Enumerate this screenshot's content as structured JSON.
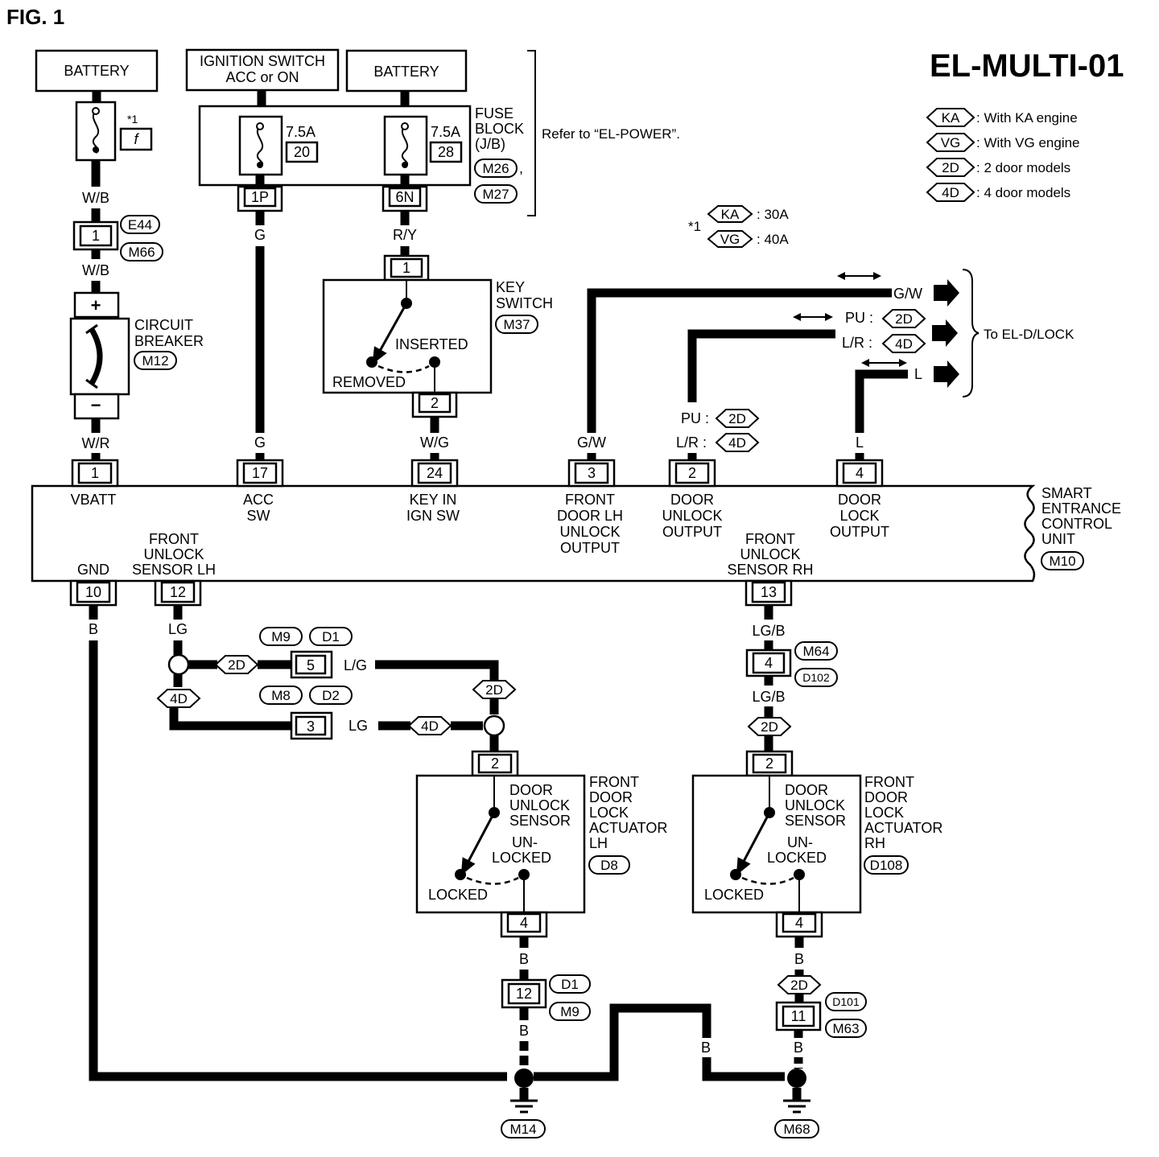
{
  "figure_label": "FIG. 1",
  "page_code": "EL-MULTI-01",
  "legend": [
    {
      "code": "KA",
      "text": ": With KA engine"
    },
    {
      "code": "VG",
      "text": ": With VG engine"
    },
    {
      "code": "2D",
      "text": ": 2 door models"
    },
    {
      "code": "4D",
      "text": ": 4 door models"
    }
  ],
  "note": {
    "mark": "*1",
    "items": [
      {
        "code": "KA",
        "text": ": 30A"
      },
      {
        "code": "VG",
        "text": ": 40A"
      }
    ],
    "fuse_mark": "*1",
    "fuse_no": "f"
  },
  "sources": {
    "battery_left": "BATTERY",
    "ignition_line1": "IGNITION SWITCH",
    "ignition_line2": "ACC or ON",
    "battery_right": "BATTERY"
  },
  "fuse_block": {
    "fuse1_rating": "7.5A",
    "fuse1_no": "20",
    "fuse2_rating": "7.5A",
    "fuse2_no": "28",
    "label1": "FUSE",
    "label2": "BLOCK",
    "label3": "(J/B)",
    "conn1": "M26",
    "comma": ",",
    "conn2": "M27",
    "pin1": "1P",
    "pin2": "6N",
    "refer": "Refer to “EL-POWER”."
  },
  "wires": {
    "wb": "W/B",
    "wr": "W/R",
    "g": "G",
    "ry": "R/Y",
    "wg": "W/G",
    "gw": "G/W",
    "pu": "PU :",
    "lr": "L/R :",
    "l": "L",
    "b": "B",
    "lg": "LG",
    "lgs": "L/G",
    "lgb": "LG/B"
  },
  "connectors": {
    "e44": "E44",
    "m66": "M66",
    "pin1": "1",
    "m9": "M9",
    "d1": "D1",
    "m8": "M8",
    "d2": "D2",
    "pin5": "5",
    "pin3": "3",
    "m64": "M64",
    "d102": "D102",
    "pin4": "4",
    "d1b": "D1",
    "m9b": "M9",
    "pin12": "12",
    "d101": "D101",
    "m63": "M63",
    "pin11": "11"
  },
  "breaker": {
    "label1": "CIRCUIT",
    "label2": "BREAKER",
    "conn": "M12",
    "plus": "+",
    "minus": "−"
  },
  "key_switch": {
    "label1": "KEY",
    "label2": "SWITCH",
    "conn": "M37",
    "pin_top": "1",
    "pin_bottom": "2",
    "inserted": "INSERTED",
    "removed": "REMOVED"
  },
  "outputs": {
    "to": "To EL-D/LOCK",
    "gw": "G/W",
    "pu": "PU :",
    "lr": "L/R :",
    "l": "L"
  },
  "unit": {
    "label1": "SMART",
    "label2": "ENTRANCE",
    "label3": "CONTROL",
    "label4": "UNIT",
    "conn": "M10",
    "pins_top": [
      {
        "no": "1",
        "l1": "VBATT",
        "l2": "",
        "l3": "",
        "l4": ""
      },
      {
        "no": "17",
        "l1": "ACC",
        "l2": "SW",
        "l3": "",
        "l4": ""
      },
      {
        "no": "24",
        "l1": "KEY IN",
        "l2": "IGN SW",
        "l3": "",
        "l4": ""
      },
      {
        "no": "3",
        "l1": "FRONT",
        "l2": "DOOR LH",
        "l3": "UNLOCK",
        "l4": "OUTPUT"
      },
      {
        "no": "2",
        "l1": "DOOR",
        "l2": "UNLOCK",
        "l3": "OUTPUT",
        "l4": ""
      },
      {
        "no": "4",
        "l1": "DOOR",
        "l2": "LOCK",
        "l3": "OUTPUT",
        "l4": ""
      }
    ],
    "pins_bottom": [
      {
        "no": "10",
        "l1": "GND",
        "l2": "",
        "l3": ""
      },
      {
        "no": "12",
        "l1": "FRONT",
        "l2": "UNLOCK",
        "l3": "SENSOR LH"
      },
      {
        "no": "13",
        "l1": "FRONT",
        "l2": "UNLOCK",
        "l3": "SENSOR RH"
      }
    ]
  },
  "actuator_lh": {
    "l1": "FRONT",
    "l2": "DOOR",
    "l3": "LOCK",
    "l4": "ACTUATOR",
    "l5": "LH",
    "conn": "D8",
    "pin_top": "2",
    "pin_bottom": "4",
    "s1": "DOOR",
    "s2": "UNLOCK",
    "s3": "SENSOR",
    "u1": "UN-",
    "u2": "LOCKED",
    "locked": "LOCKED"
  },
  "actuator_rh": {
    "l1": "FRONT",
    "l2": "DOOR",
    "l3": "LOCK",
    "l4": "ACTUATOR",
    "l5": "RH",
    "conn": "D108",
    "pin_top": "2",
    "pin_bottom": "4",
    "s1": "DOOR",
    "s2": "UNLOCK",
    "s3": "SENSOR",
    "u1": "UN-",
    "u2": "LOCKED",
    "locked": "LOCKED"
  },
  "grounds": {
    "left": "M14",
    "right": "M68"
  }
}
